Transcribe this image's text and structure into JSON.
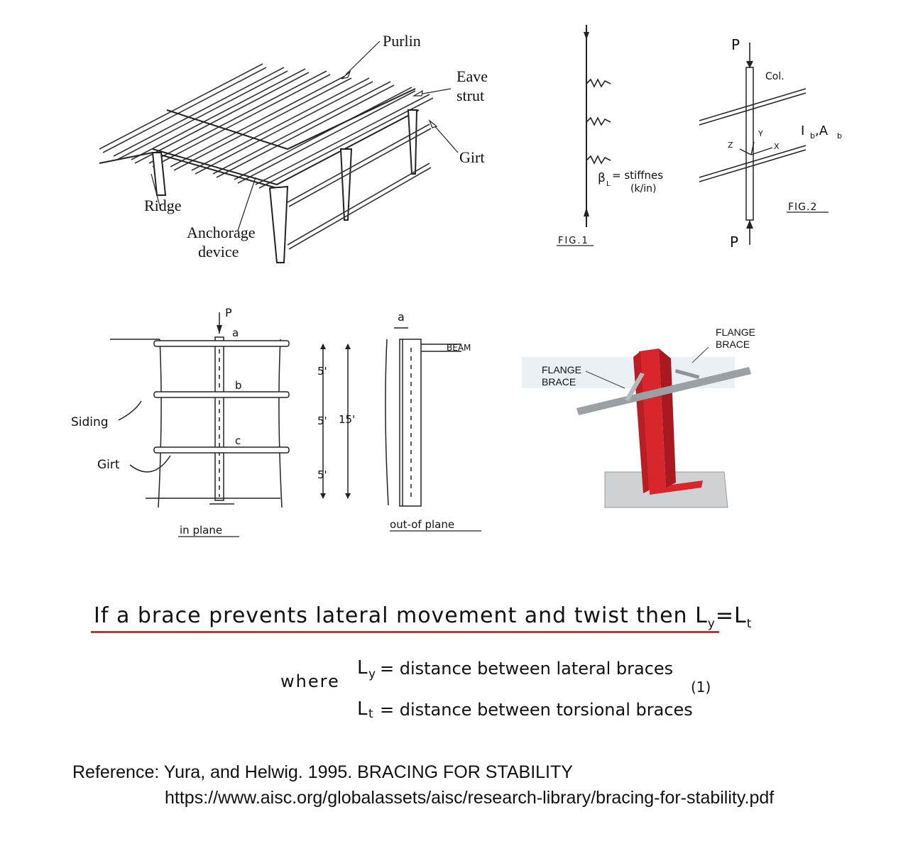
{
  "roof_figure": {
    "purlin": "Purlin",
    "eave_strut": [
      "Eave",
      "strut"
    ],
    "girt": "Girt",
    "ridge": "Ridge",
    "anchorage": [
      "Anchorage",
      "device"
    ]
  },
  "fig1": {
    "stiffness_label": "β",
    "stiffness_sub": "L",
    "stiffness_text": "= stiffnes",
    "stiffness_units": "(k/in)",
    "caption": "FIG.1"
  },
  "fig2": {
    "load_top": "P",
    "load_bottom": "P",
    "col_label": "Col.",
    "brace_label": "I",
    "brace_sub1": "b",
    "brace_sep": ",A",
    "brace_sub2": "b",
    "axis_z": "Z",
    "axis_y": "Y",
    "axis_x": "X",
    "caption": "FIG.2"
  },
  "girt_figure": {
    "load": "P",
    "point_a": "a",
    "point_b": "b",
    "point_c": "c",
    "spacing_top": "5'",
    "spacing_mid": "5'",
    "spacing_bot": "5'",
    "height_total": "15'",
    "siding": "Siding",
    "girt": "Girt",
    "in_plane": "in plane",
    "out_dim": "a",
    "beam": "BEAM",
    "out_of_plane": "out-of plane"
  },
  "flange_figure": {
    "brace_right": [
      "FLANGE",
      "BRACE"
    ],
    "brace_left": [
      "FLANGE",
      "BRACE"
    ]
  },
  "statement": {
    "text": "If a brace prevents lateral movement and twist then L",
    "sub_y": "y",
    "eq": "=L",
    "sub_t": "t"
  },
  "where": {
    "word": "where",
    "line1_L": "L",
    "line1_sub": "y",
    "line1_text": "= distance between lateral braces",
    "line2_L": "L",
    "line2_sub": "t",
    "line2_text": "= distance between torsional braces",
    "eq_no": "(1)"
  },
  "reference": {
    "line1": "Reference: Yura, and Helwig. 1995. BRACING FOR STABILITY",
    "url": "https://www.aisc.org/globalassets/aisc/research-library/bracing-for-stability.pdf"
  },
  "colors": {
    "underline": "#c8322d",
    "column_red": "#d9262c",
    "beam_grey": "#9aa0a3"
  }
}
